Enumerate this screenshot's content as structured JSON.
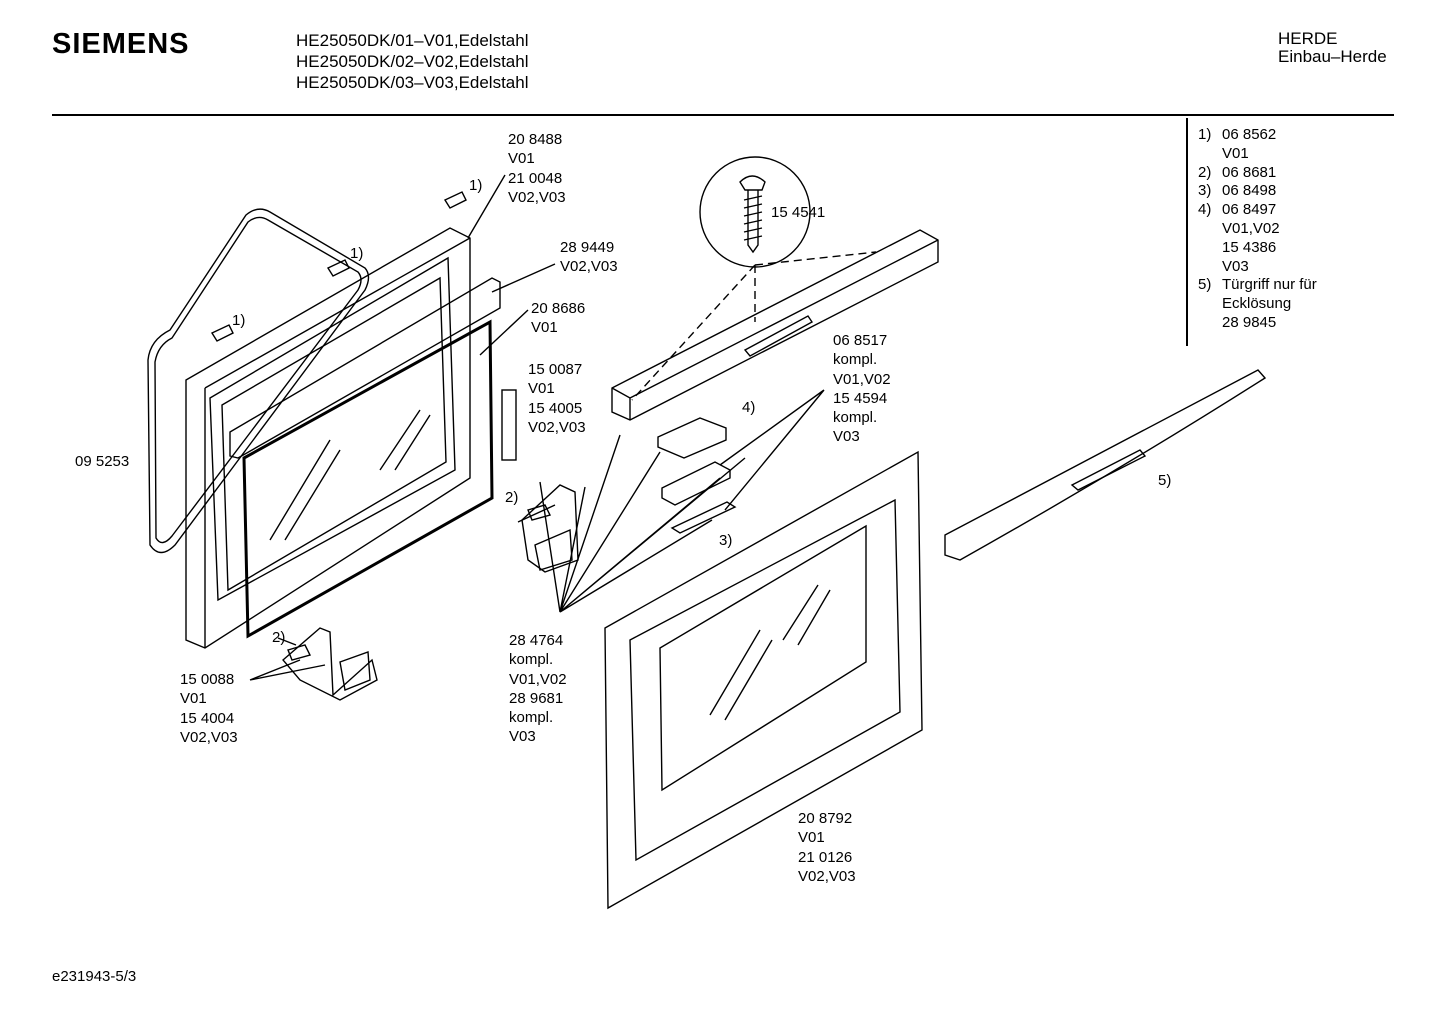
{
  "header": {
    "brand": "SIEMENS",
    "models": [
      "HE25050DK/01–V01,Edelstahl",
      "HE25050DK/02–V02,Edelstahl",
      "HE25050DK/03–V03,Edelstahl"
    ],
    "category": "HERDE",
    "subcategory": "Einbau–Herde"
  },
  "legend": [
    {
      "num": "1)",
      "lines": [
        "06 8562",
        "V01"
      ]
    },
    {
      "num": "2)",
      "lines": [
        "06 8681"
      ]
    },
    {
      "num": "3)",
      "lines": [
        "06 8498"
      ]
    },
    {
      "num": "4)",
      "lines": [
        "06 8497",
        "V01,V02",
        "15 4386",
        "V03"
      ]
    },
    {
      "num": "5)",
      "lines": [
        "Türgriff nur für",
        "Ecklösung",
        "28 9845"
      ]
    }
  ],
  "parts": {
    "hinge_frame": [
      "20 8488",
      "V01",
      "21 0048",
      "V02,V03"
    ],
    "strip": [
      "28 9449",
      "V02,V03"
    ],
    "inner_glass": [
      "20 8686",
      "V01"
    ],
    "hinge_right": [
      "15 0087",
      "V01",
      "15 4005",
      "V02,V03"
    ],
    "gasket": [
      "09 5253"
    ],
    "hinge_left": [
      "15 0088",
      "V01",
      "15 4004",
      "V02,V03"
    ],
    "screw": [
      "15 4541"
    ],
    "handle_bar": [
      "06 8517",
      "kompl.",
      "V01,V02",
      "15 4594",
      "kompl.",
      "V03"
    ],
    "door_assembly": [
      "28 4764",
      "kompl.",
      "V01,V02",
      "28 9681",
      "kompl.",
      "V03"
    ],
    "outer_door": [
      "20 8792",
      "V01",
      "21 0126",
      "V02,V03"
    ]
  },
  "refs": {
    "r1a": "1)",
    "r1b": "1)",
    "r1c": "1)",
    "r2a": "2)",
    "r2b": "2)",
    "r3": "3)",
    "r4": "4)",
    "r5": "5)"
  },
  "footer": "e231943-5/3"
}
